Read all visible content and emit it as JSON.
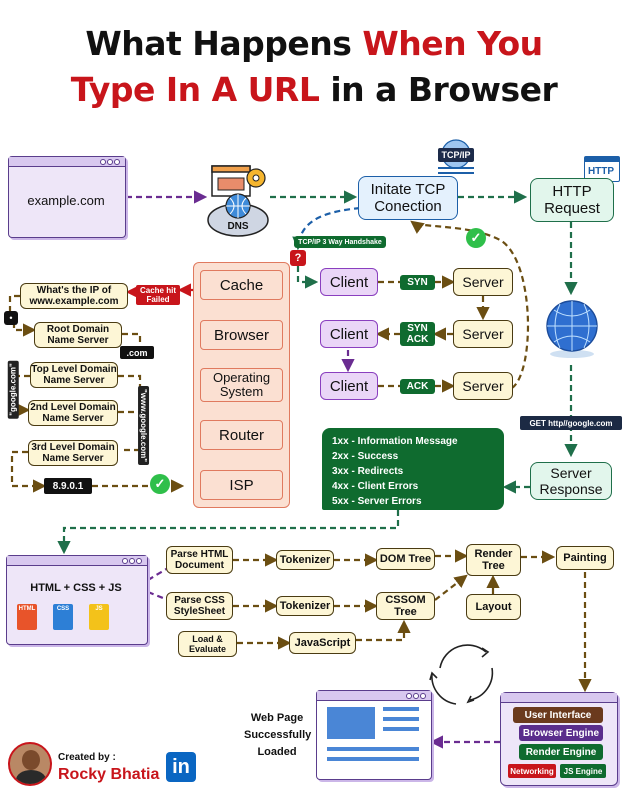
{
  "title": {
    "line1_black": "What Happens",
    "line1_red": "When You",
    "line2_red": "Type In A URL",
    "line2_black": "in a Browser"
  },
  "url_window": {
    "text": "example.com"
  },
  "dns": {
    "label": "DNS"
  },
  "tcpip_badge": "TCP/IP",
  "http_badge": "HTTP",
  "tcp_box": {
    "line1": "Initate TCP",
    "line2": "Conection"
  },
  "http_box": {
    "line1": "HTTP",
    "line2": "Request"
  },
  "handshake_label": "TCP/IP 3 Way Handshake",
  "question": "?",
  "cache_hit": {
    "line1": "Cache hit",
    "line2": "Failed"
  },
  "dns_stack": [
    "Cache",
    "Browser",
    "Operating System",
    "Router",
    "ISP"
  ],
  "dns_lookup": {
    "ip_question": {
      "line1": "What's the IP of",
      "line2": "www.example.com"
    },
    "root": {
      "line1": "Root Domain",
      "line2": "Name Server"
    },
    "top": {
      "line1": "Top Level Domain",
      "line2": "Name Server"
    },
    "second": {
      "line1": "2nd Level Domain",
      "line2": "Name Server"
    },
    "third": {
      "line1": "3rd Level Domain",
      "line2": "Name Server"
    },
    "com_tag": ".com",
    "google_tag": "\"google.com\"",
    "www_tag": "\"www.google.com\"",
    "ip_result": "8.9.0.1"
  },
  "handshake": [
    {
      "client": "Client",
      "signal": "SYN",
      "server": "Server"
    },
    {
      "client": "Client",
      "signal": "SYN ACK",
      "server": "Server"
    },
    {
      "client": "Client",
      "signal": "ACK",
      "server": "Server"
    }
  ],
  "get_label": "GET http//google.com",
  "server_response": {
    "line1": "Server",
    "line2": "Response"
  },
  "status_codes": [
    "1xx - Information Message",
    "2xx - Success",
    "3xx - Redirects",
    "4xx - Client Errors",
    "5xx - Server Errors"
  ],
  "code_window": {
    "title": "HTML + CSS + JS",
    "icons": [
      "HTML",
      "CSS",
      "JS"
    ]
  },
  "render": {
    "parse_html": {
      "line1": "Parse HTML",
      "line2": "Document"
    },
    "parse_css": {
      "line1": "Parse CSS",
      "line2": "StyleSheet"
    },
    "tokenizer1": "Tokenizer",
    "tokenizer2": "Tokenizer",
    "dom_tree": "DOM Tree",
    "cssom_tree": {
      "line1": "CSSOM",
      "line2": "Tree"
    },
    "render_tree": {
      "line1": "Render",
      "line2": "Tree"
    },
    "painting": "Painting",
    "layout": "Layout",
    "load_eval": {
      "line1": "Load &",
      "line2": "Evaluate"
    },
    "javascript": "JavaScript"
  },
  "browser_components": [
    "User Interface",
    "Browser Engine",
    "Render Engine",
    "Networking",
    "JS Engine"
  ],
  "loaded": {
    "line1": "Web Page",
    "line2": "Successfully",
    "line3": "Loaded"
  },
  "credit": {
    "created_by": "Created by :",
    "author": "Rocky Bhatia",
    "linkedin": "in"
  },
  "colors": {
    "red": "#c8151b",
    "purple": "#6a2c91",
    "green": "#1f6f4a",
    "brown": "#6b4e12",
    "peach": "#fbe0d2",
    "dark_green": "#0f6b2f"
  }
}
